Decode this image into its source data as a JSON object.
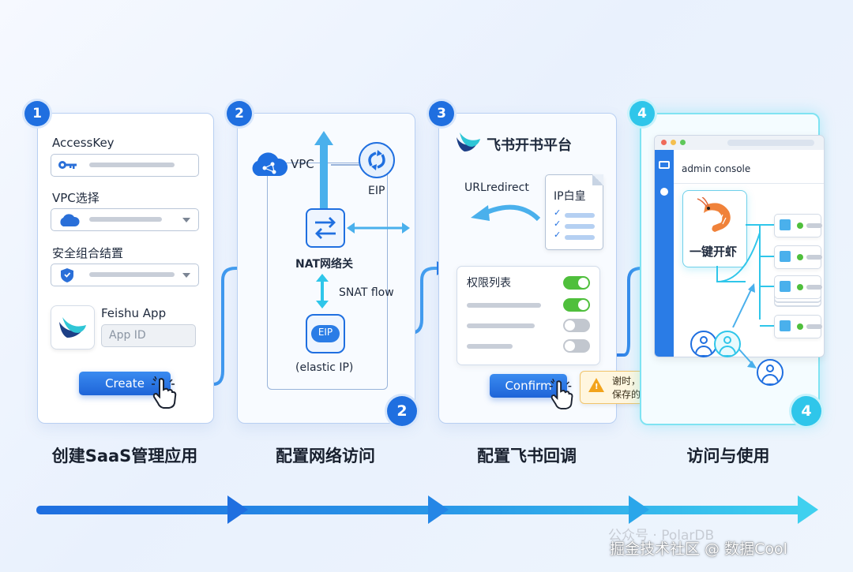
{
  "steps": [
    {
      "number": "1",
      "caption": "创建SaaS管理应用",
      "fields": [
        "AccessKey",
        "VPC选择",
        "安全组合结置"
      ],
      "app_title": "Feishu App",
      "app_id_placeholder": "App ID",
      "button": "Create"
    },
    {
      "number": "2",
      "caption": "配置网络访问",
      "vpc": "VPC",
      "eip_top": "EIP",
      "nat": "NAT网络关",
      "snat": "SNAT flow",
      "eip_inner": "EIP",
      "elastic_ip": "(elastic IP)",
      "corner_number": "2"
    },
    {
      "number": "3",
      "caption": "配置飞书回调",
      "platform": "飞书开书平台",
      "url_redirect": "URLredirect",
      "ip_whitelist": "IP白皇",
      "permission_list": "权限列表",
      "button": "Confirm",
      "tooltip_line1": "谢时，保存改更",
      "tooltip_line2": "保存的变更"
    },
    {
      "number": "4",
      "caption": "访问与使用",
      "console_title": "admin console",
      "one_click": "一键开虾",
      "corner_number": "4"
    }
  ],
  "watermark": {
    "line1": "公众号 · PolarDB",
    "line2": "掘金技术社区 @ 数据Cool"
  },
  "colors": {
    "primary": "#1f6fe0",
    "accent_cyan": "#2fc6ea",
    "toggle_on": "#4fbf3c"
  }
}
